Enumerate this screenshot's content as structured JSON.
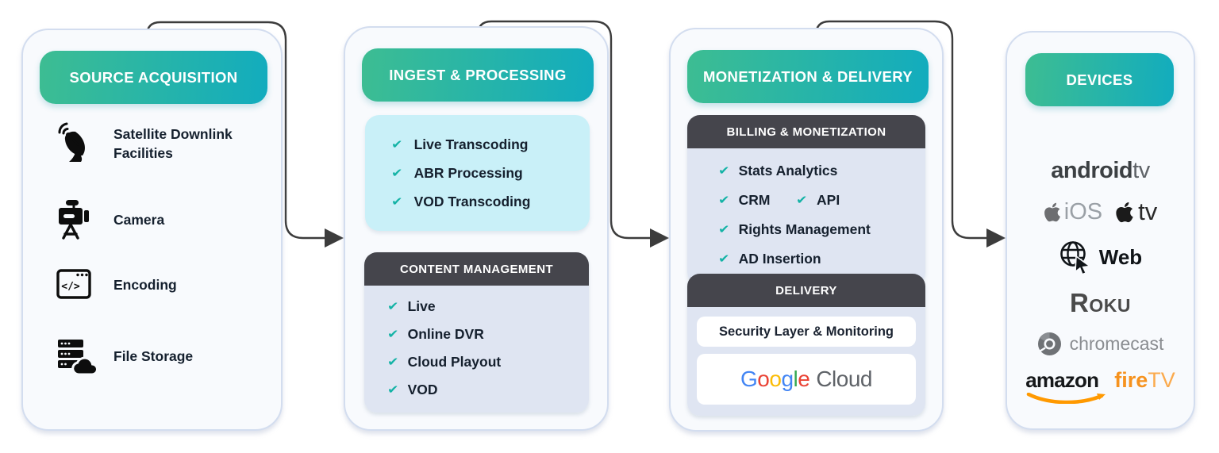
{
  "diagram": {
    "columns": [
      {
        "title": "SOURCE ACQUISITION",
        "items": [
          {
            "icon": "satellite-dish-icon",
            "label": "Satellite Downlink Facilities"
          },
          {
            "icon": "video-camera-icon",
            "label": "Camera"
          },
          {
            "icon": "encoding-code-icon",
            "label": "Encoding"
          },
          {
            "icon": "file-storage-cloud-icon",
            "label": "File Storage"
          }
        ]
      },
      {
        "title": "INGEST & PROCESSING",
        "highlight_items": [
          "Live Transcoding",
          "ABR Processing",
          "VOD Transcoding"
        ],
        "section": {
          "title": "CONTENT MANAGEMENT",
          "items": [
            "Live",
            "Online DVR",
            "Cloud Playout",
            "VOD"
          ]
        }
      },
      {
        "title": "MONETIZATION & DELIVERY",
        "billing": {
          "title": "BILLING & MONETIZATION",
          "row1": "Stats Analytics",
          "row2a": "CRM",
          "row2b": "API",
          "row3": "Rights Management",
          "row4": "AD Insertion"
        },
        "delivery": {
          "title": "DELIVERY",
          "security_box": "Security Layer & Monitoring",
          "google": {
            "letters": [
              "G",
              "o",
              "o",
              "g",
              "l",
              "e"
            ],
            "suffix": "Cloud"
          }
        }
      },
      {
        "title": "DEVICES",
        "logos": {
          "android": "android",
          "androidtv_suffix": "tv",
          "ios": "iOS",
          "appletv": "tv",
          "web": "Web",
          "roku": "Roku",
          "chromecast": "chromecast",
          "amazon": "amazon",
          "fire": "fire",
          "firetv_suffix": "TV"
        }
      }
    ],
    "icons": {
      "encoding_glyph": "</>"
    },
    "colors": {
      "header_gradient_start": "#3DBD92",
      "header_gradient_end": "#12ACBE",
      "dark_header": "#45454C",
      "section_body": "#DFE5F2",
      "highlight_box": "#C9F0F8",
      "check": "#14B3A6",
      "connector": "#3C3C3C",
      "card_border": "#D3DDEF",
      "card_bg": "#F8FAFD",
      "google_blue": "#4285F4",
      "google_red": "#EA4335",
      "google_yellow": "#FBBC05",
      "google_green": "#34A853",
      "google_gray": "#5F6368",
      "amazon_orange": "#FF9900",
      "fire_orange": "#F6921E"
    }
  }
}
